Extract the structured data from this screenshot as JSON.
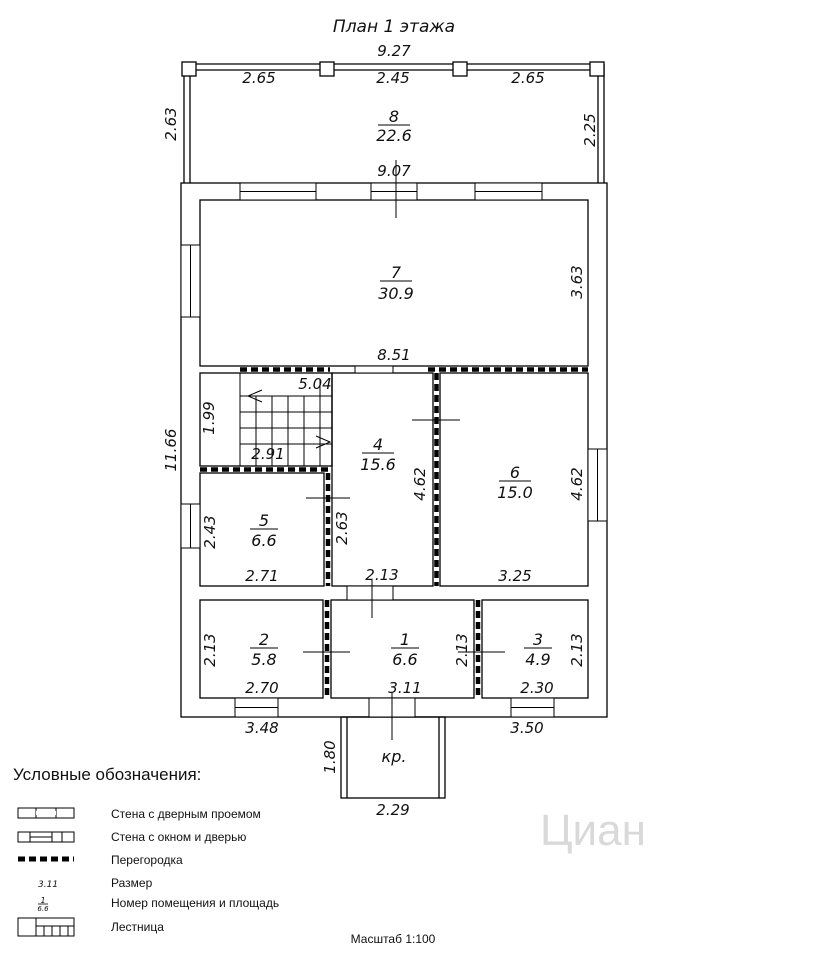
{
  "title": "План 1 этажа",
  "dimensions": {
    "top_total": "9.27",
    "terrace_left": "2.65",
    "terrace_mid": "2.45",
    "terrace_right": "2.65",
    "terrace_height_left": "2.63",
    "terrace_height_right": "2.25",
    "terrace_bottom": "9.07",
    "room7_height": "3.63",
    "room7_width": "8.51",
    "total_height": "11.66",
    "stair_width": "5.04",
    "stair_height": "1.99",
    "stair_bottom": "2.91",
    "room4_height": "4.62",
    "room6_height": "4.62",
    "room5_height": "2.43",
    "room5_right": "2.63",
    "room5_width": "2.71",
    "room4_width": "2.13",
    "room6_width": "3.25",
    "room2_height": "2.13",
    "room1_height": "2.13",
    "room3_height": "2.13",
    "room2_width": "2.70",
    "room1_width": "3.11",
    "room3_width": "2.30",
    "bottom_left": "3.48",
    "bottom_right": "3.50",
    "porch_height": "1.80",
    "porch_width": "2.29"
  },
  "rooms": [
    {
      "id": "room-8",
      "number": "8",
      "area": "22.6"
    },
    {
      "id": "room-7",
      "number": "7",
      "area": "30.9"
    },
    {
      "id": "room-4",
      "number": "4",
      "area": "15.6"
    },
    {
      "id": "room-6",
      "number": "6",
      "area": "15.0"
    },
    {
      "id": "room-5",
      "number": "5",
      "area": "6.6"
    },
    {
      "id": "room-2",
      "number": "2",
      "area": "5.8"
    },
    {
      "id": "room-1",
      "number": "1",
      "area": "6.6"
    },
    {
      "id": "room-3",
      "number": "3",
      "area": "4.9"
    }
  ],
  "porch_label": "кр.",
  "legend": {
    "title": "Условные обозначения:",
    "items": [
      {
        "label": "Стена с дверным проемом"
      },
      {
        "label": "Стена с окном и дверью"
      },
      {
        "label": "Перегородка"
      },
      {
        "label": "Размер",
        "sample": "3.11"
      },
      {
        "label": "Номер помещения и площадь",
        "sample_num": "1",
        "sample_area": "6.6"
      },
      {
        "label": "Лестница"
      }
    ]
  },
  "scale": "Масштаб 1:100",
  "watermark": "Циан"
}
